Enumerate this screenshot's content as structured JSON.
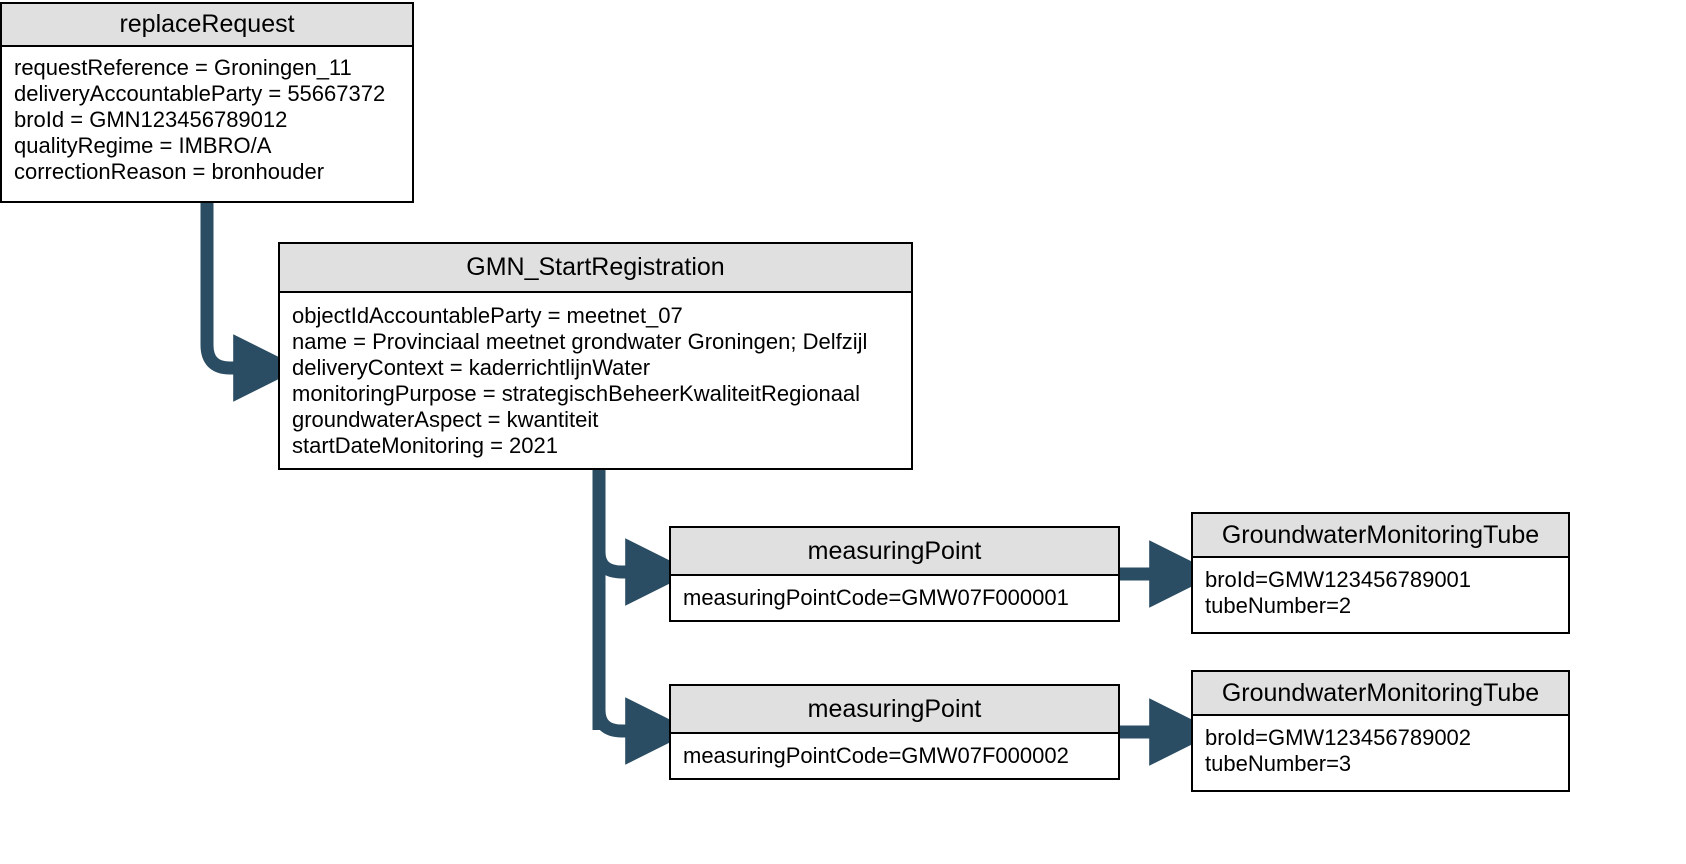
{
  "diagram": {
    "type": "object-instance-diagram",
    "accent_color": "#2a4d63",
    "header_fill": "#e0e0e0",
    "border_color": "#000000",
    "background": "#ffffff"
  },
  "nodes": {
    "replace_request": {
      "title": "replaceRequest",
      "attributes": [
        "requestReference = Groningen_11",
        "deliveryAccountableParty = 55667372",
        "broId = GMN123456789012",
        "qualityRegime = IMBRO/A",
        "correctionReason = bronhouder"
      ]
    },
    "gmn_start_registration": {
      "title": "GMN_StartRegistration",
      "attributes": [
        "objectIdAccountableParty = meetnet_07",
        "name = Provinciaal meetnet grondwater Groningen; Delfzijl",
        "deliveryContext = kaderrichtlijnWater",
        "monitoringPurpose = strategischBeheerKwaliteitRegionaal",
        "groundwaterAspect = kwantiteit",
        "startDateMonitoring = 2021"
      ]
    },
    "measuring_point_1": {
      "title": "measuringPoint",
      "attributes": [
        "measuringPointCode=GMW07F000001"
      ]
    },
    "measuring_point_2": {
      "title": "measuringPoint",
      "attributes": [
        "measuringPointCode=GMW07F000002"
      ]
    },
    "tube_1": {
      "title": "GroundwaterMonitoringTube",
      "attributes": [
        "broId=GMW123456789001",
        "tubeNumber=2"
      ]
    },
    "tube_2": {
      "title": "GroundwaterMonitoringTube",
      "attributes": [
        "broId=GMW123456789002",
        "tubeNumber=3"
      ]
    }
  },
  "edges": [
    {
      "from": "replaceRequest",
      "to": "GMN_StartRegistration",
      "style": "elbow-arrow"
    },
    {
      "from": "GMN_StartRegistration",
      "to": "measuringPoint 1",
      "style": "elbow-arrow"
    },
    {
      "from": "GMN_StartRegistration",
      "to": "measuringPoint 2",
      "style": "elbow-arrow"
    },
    {
      "from": "measuringPoint 1",
      "to": "GroundwaterMonitoringTube 1",
      "style": "straight-arrow"
    },
    {
      "from": "measuringPoint 2",
      "to": "GroundwaterMonitoringTube 2",
      "style": "straight-arrow"
    }
  ]
}
